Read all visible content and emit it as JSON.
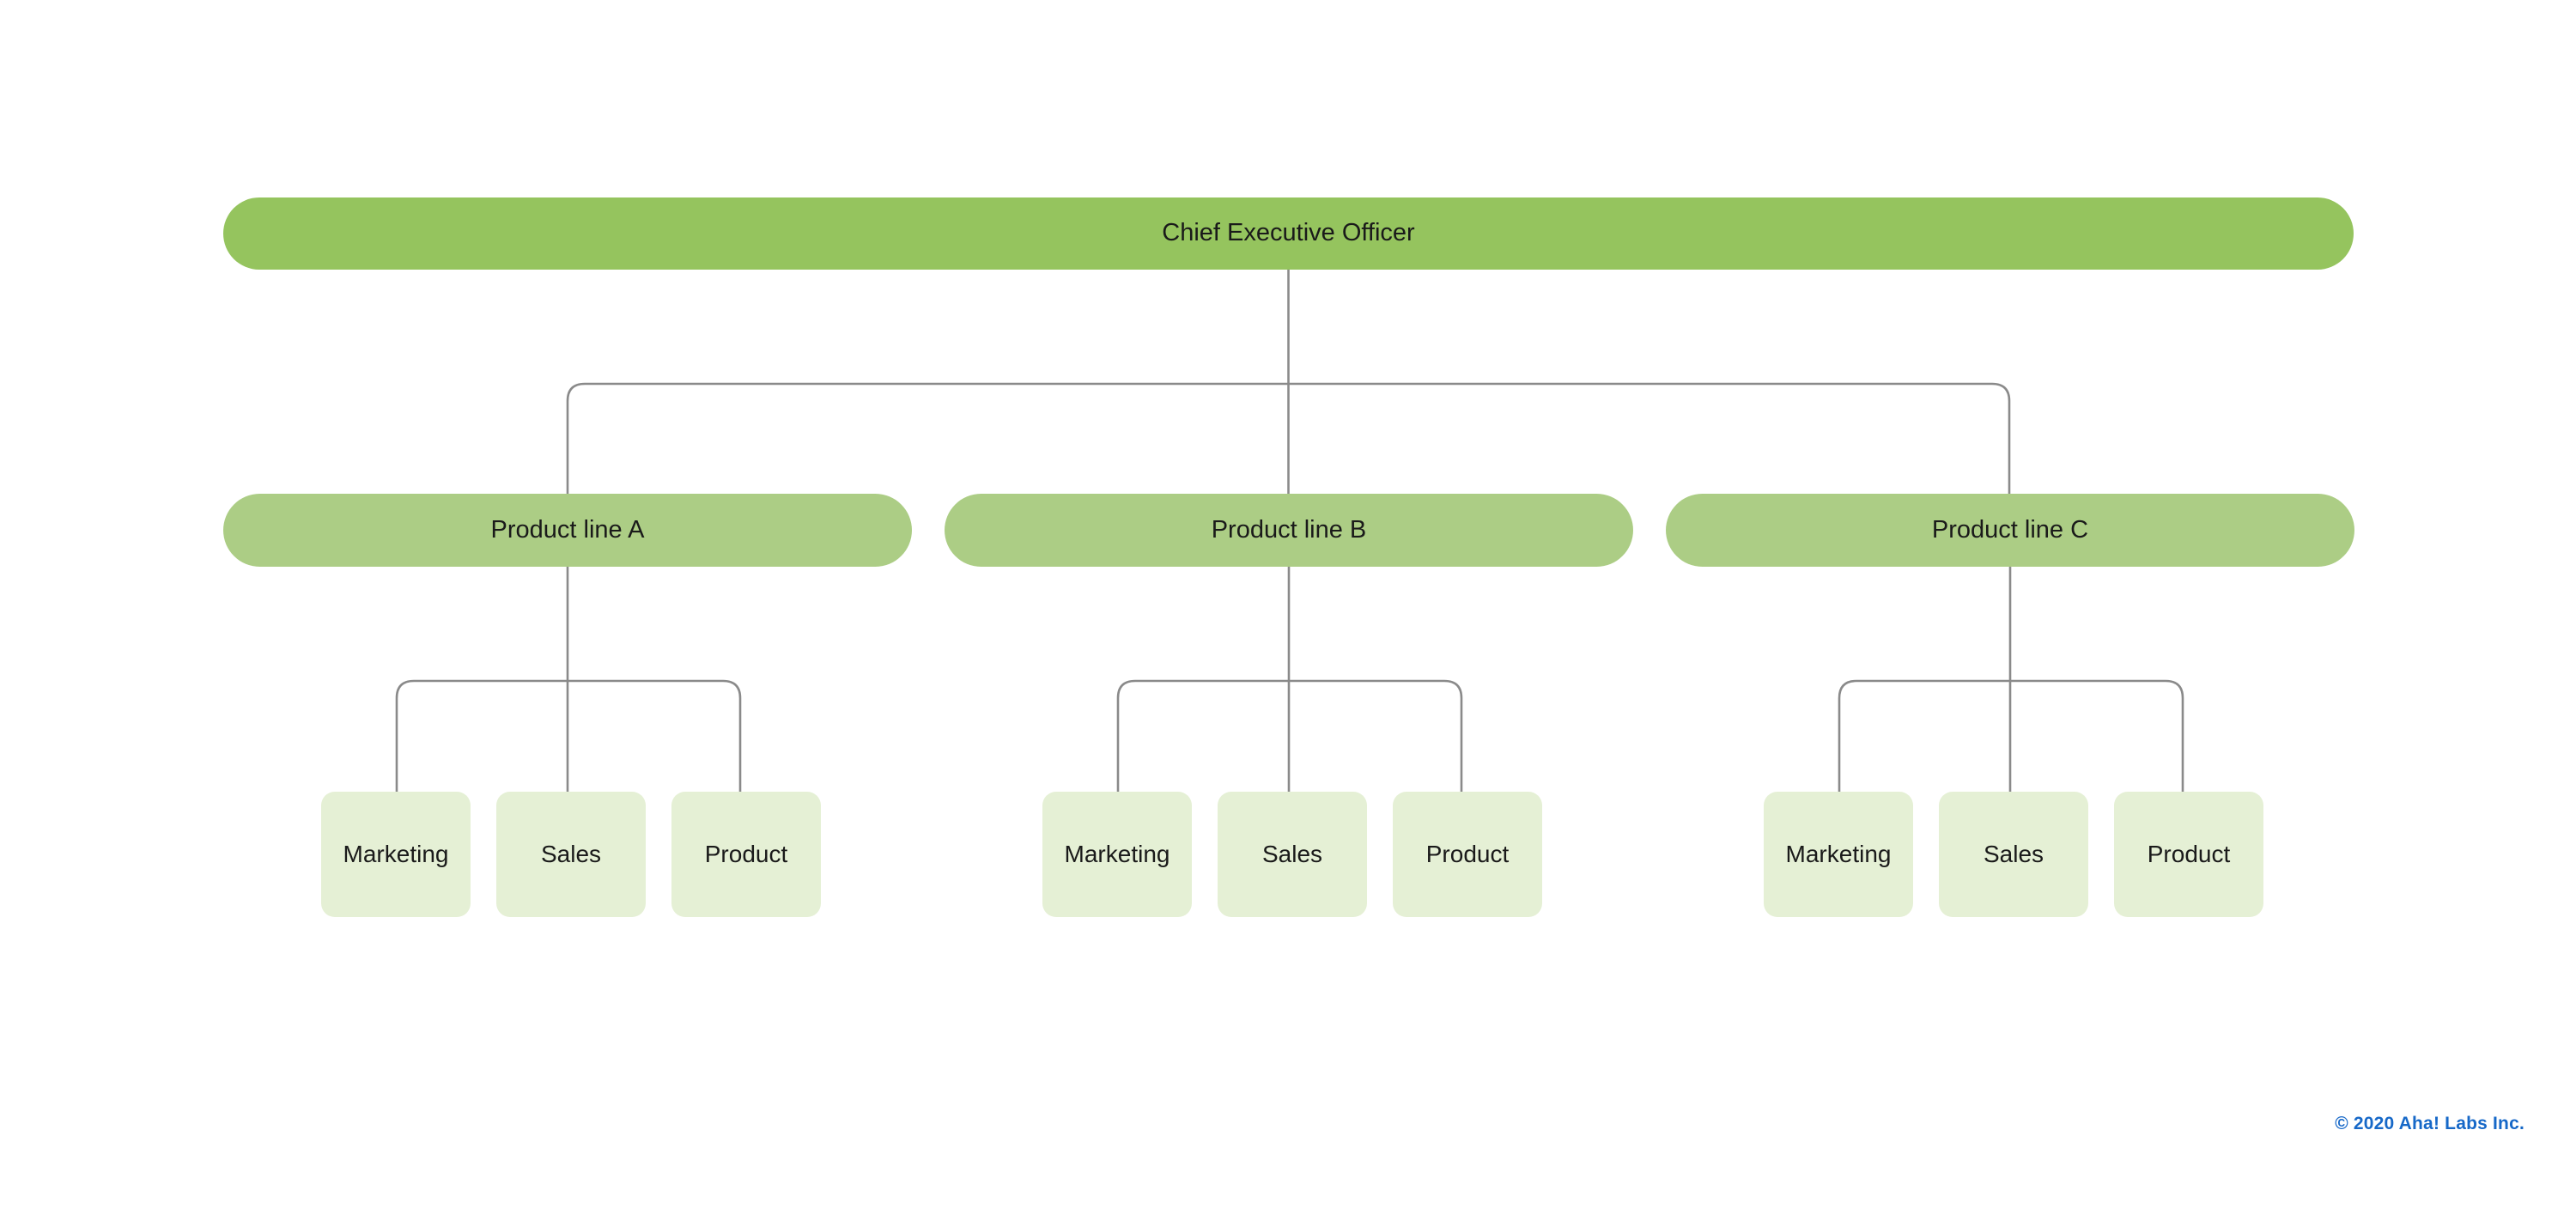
{
  "chart_data": {
    "type": "diagram",
    "diagram_kind": "organizational-chart",
    "title": "",
    "orientation": "top-down",
    "levels": 3,
    "nodes": [
      {
        "id": "ceo",
        "label": "Chief Executive Officer",
        "level": 0,
        "parent": null
      },
      {
        "id": "pl_a",
        "label": "Product line A",
        "level": 1,
        "parent": "ceo"
      },
      {
        "id": "pl_b",
        "label": "Product line B",
        "level": 1,
        "parent": "ceo"
      },
      {
        "id": "pl_c",
        "label": "Product line C",
        "level": 1,
        "parent": "ceo"
      },
      {
        "id": "a_marketing",
        "label": "Marketing",
        "level": 2,
        "parent": "pl_a"
      },
      {
        "id": "a_sales",
        "label": "Sales",
        "level": 2,
        "parent": "pl_a"
      },
      {
        "id": "a_product",
        "label": "Product",
        "level": 2,
        "parent": "pl_a"
      },
      {
        "id": "b_marketing",
        "label": "Marketing",
        "level": 2,
        "parent": "pl_b"
      },
      {
        "id": "b_sales",
        "label": "Sales",
        "level": 2,
        "parent": "pl_b"
      },
      {
        "id": "b_product",
        "label": "Product",
        "level": 2,
        "parent": "pl_b"
      },
      {
        "id": "c_marketing",
        "label": "Marketing",
        "level": 2,
        "parent": "pl_c"
      },
      {
        "id": "c_sales",
        "label": "Sales",
        "level": 2,
        "parent": "pl_c"
      },
      {
        "id": "c_product",
        "label": "Product",
        "level": 2,
        "parent": "pl_c"
      }
    ],
    "edges": [
      {
        "from": "ceo",
        "to": "pl_a"
      },
      {
        "from": "ceo",
        "to": "pl_b"
      },
      {
        "from": "ceo",
        "to": "pl_c"
      },
      {
        "from": "pl_a",
        "to": "a_marketing"
      },
      {
        "from": "pl_a",
        "to": "a_sales"
      },
      {
        "from": "pl_a",
        "to": "a_product"
      },
      {
        "from": "pl_b",
        "to": "b_marketing"
      },
      {
        "from": "pl_b",
        "to": "b_sales"
      },
      {
        "from": "pl_b",
        "to": "b_product"
      },
      {
        "from": "pl_c",
        "to": "c_marketing"
      },
      {
        "from": "pl_c",
        "to": "c_sales"
      },
      {
        "from": "pl_c",
        "to": "c_product"
      }
    ]
  },
  "chart": {
    "root": {
      "label": "Chief Executive Officer"
    },
    "divisions": [
      {
        "label": "Product line A",
        "teams": [
          {
            "label": "Marketing"
          },
          {
            "label": "Sales"
          },
          {
            "label": "Product"
          }
        ]
      },
      {
        "label": "Product line B",
        "teams": [
          {
            "label": "Marketing"
          },
          {
            "label": "Sales"
          },
          {
            "label": "Product"
          }
        ]
      },
      {
        "label": "Product line C",
        "teams": [
          {
            "label": "Marketing"
          },
          {
            "label": "Sales"
          },
          {
            "label": "Product"
          }
        ]
      }
    ]
  },
  "colors": {
    "root_fill": "#95c45e",
    "division_fill": "#accd85",
    "team_fill": "#e5f0d5",
    "connector": "#8a8a8a",
    "text": "#1a1a1a",
    "footer_text": "#1668c8",
    "background": "#ffffff"
  },
  "footer": {
    "copyright": "© 2020 Aha! Labs Inc."
  }
}
